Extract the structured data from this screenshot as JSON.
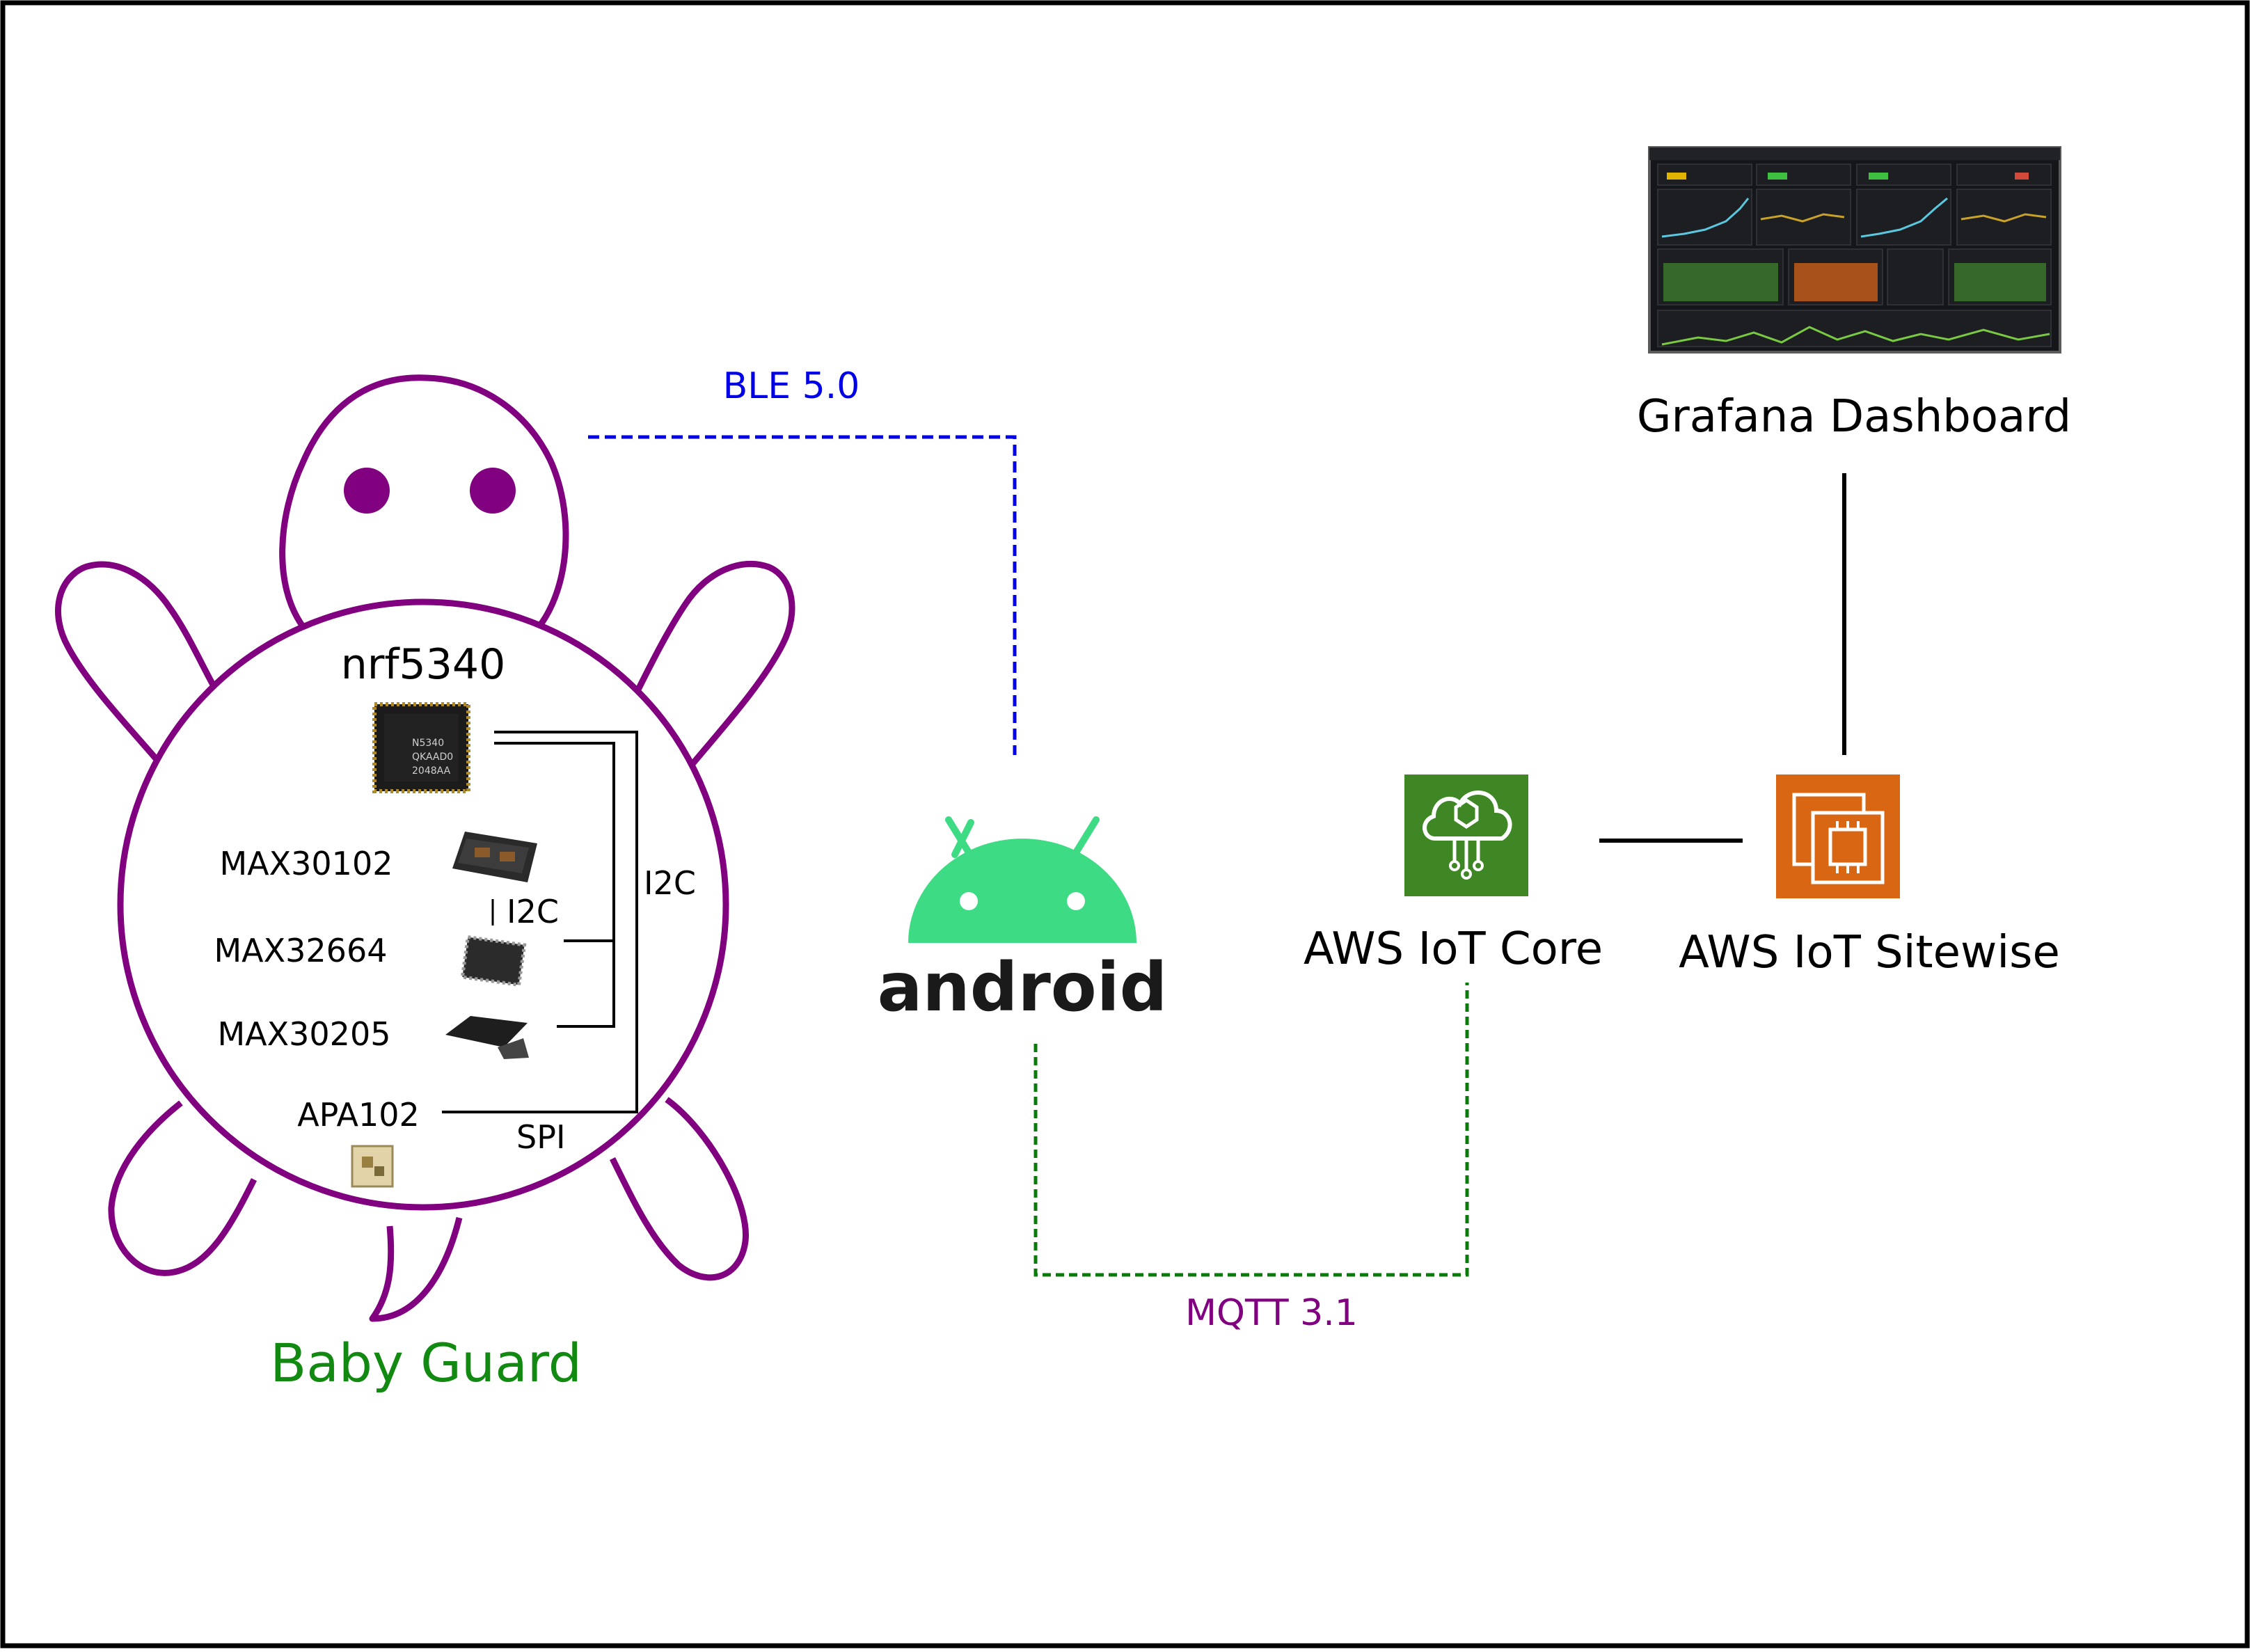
{
  "device": {
    "name": "Baby Guard",
    "mcu": "nrf5340",
    "chip_marking": [
      "N5340",
      "QKAAD0",
      "2048AA"
    ],
    "sensors": [
      "MAX30102",
      "MAX32664",
      "MAX30205",
      "APA102"
    ],
    "bus_labels": {
      "i2c_outer": "I2C",
      "i2c_inner": "I2C",
      "spi": "SPI"
    }
  },
  "links": {
    "ble": "BLE 5.0",
    "mqtt": "MQTT 3.1"
  },
  "phone": {
    "label": "android"
  },
  "cloud": {
    "iot_core": "AWS IoT Core",
    "sitewise": "AWS IoT Sitewise",
    "dashboard": "Grafana Dashboard"
  },
  "colors": {
    "turtle": "#800080",
    "ble": "#0000e6",
    "mqtt_line": "#0a7a0a",
    "mqtt_text": "#800080",
    "title_green": "#128a12",
    "android_green": "#3ddc84",
    "iot_core_green": "#3f8624",
    "sitewise_orange": "#d86613"
  }
}
